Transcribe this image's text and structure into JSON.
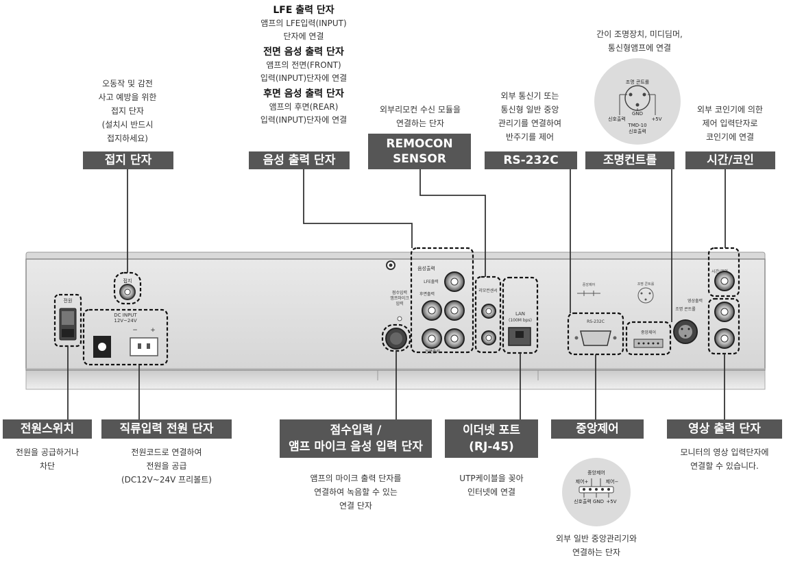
{
  "top_labels": {
    "ground": "접지 단자",
    "audio_out": "음성 출력 단자",
    "remocon": [
      "REMOCON",
      "SENSOR"
    ],
    "rs232c": "RS-232C",
    "lighting": "조명컨트롤",
    "time_coin": "시간/코인"
  },
  "bottom_labels": {
    "power_switch": "전원스위치",
    "dc_input": "직류입력 전원 단자",
    "mic_input": [
      "점수입력 /",
      "앰프 마이크 음성 입력 단자"
    ],
    "ethernet": [
      "이더넷 포트",
      "(RJ-45)"
    ],
    "central_control": "중앙제어",
    "video_out": "영상 출력 단자"
  },
  "descriptions": {
    "ground": [
      "오동작 및 감전",
      "사고 예방을 위한",
      "접지 단자",
      "(설치시 반드시",
      "접지하세요)"
    ],
    "lfe_title": "LFE 출력 단자",
    "lfe_body": [
      "앰프의 LFE입력(INPUT)",
      "단자에 연결"
    ],
    "front_title": "전면 음성 출력 단자",
    "front_body": [
      "앰프의 전면(FRONT)",
      "입력(INPUT)단자에 연결"
    ],
    "rear_title": "후면 음성 출력 단자",
    "rear_body": [
      "앰프의 후면(REAR)",
      "입력(INPUT)단자에 연결"
    ],
    "remocon": [
      "외부리모컨 수신 모듈을",
      "연결하는 단자"
    ],
    "rs232c": [
      "외부 통신기 또는",
      "통신형 일반 중앙",
      "관리기를 연결하여",
      "반주기를 제어"
    ],
    "lighting": [
      "간이 조명장치, 미디딤머,",
      "통신형앰프에 연결"
    ],
    "time_coin": [
      "외부 코인기에 의한",
      "제어 입력단자로",
      "코인기에 연결"
    ],
    "power_switch": [
      "전원을 공급하거나",
      "차단"
    ],
    "dc_input": [
      "전원코드로 연결하여",
      "전원을 공급",
      "(DC12V~24V 프리볼트)"
    ],
    "mic_input": [
      "앰프의 마이크 출력 단자를",
      "연결하여 녹음할 수 있는",
      "연결 단자"
    ],
    "ethernet": [
      "UTP케이블을 꽂아",
      "인터넷에 연결"
    ],
    "central_control": [
      "외부 일반 중앙관리기와",
      "연결하는 단자"
    ],
    "video_out": [
      "모니터의 영상 입력단자에",
      "연결할 수 있습니다."
    ]
  },
  "panel_text": {
    "power": "전원",
    "ground": "접지",
    "dc_input": "DC INPUT",
    "dc_voltage": "12V~24V",
    "dc_minus": "−",
    "dc_plus": "+",
    "mic": [
      "점수입력",
      "앰프마이크",
      "입력"
    ],
    "audio_out": "음성출력",
    "lfe": "LFE출력",
    "rear": "후면출력",
    "front": "전면출력",
    "remocon": "리모컨센서",
    "lan": [
      "LAN",
      "(100M bps)"
    ],
    "rs232c": "RS-232C",
    "central": "중앙제어",
    "lighting": "조명 콘트롤",
    "time_coin": "시간/코인",
    "video_out": "영상출력"
  },
  "inset_lighting": {
    "title": "조명 콘트롤",
    "gnd": "GND",
    "signal": "신호출력",
    "plus5v": "+5V",
    "model": "TMD-10",
    "model_sub": "신호출력"
  },
  "inset_central": {
    "title": "중앙제어",
    "ctrl_plus": "제어+",
    "ctrl_minus": "제어−",
    "signal": "신호출력",
    "gnd": "GND",
    "plus5v": "+5V"
  }
}
